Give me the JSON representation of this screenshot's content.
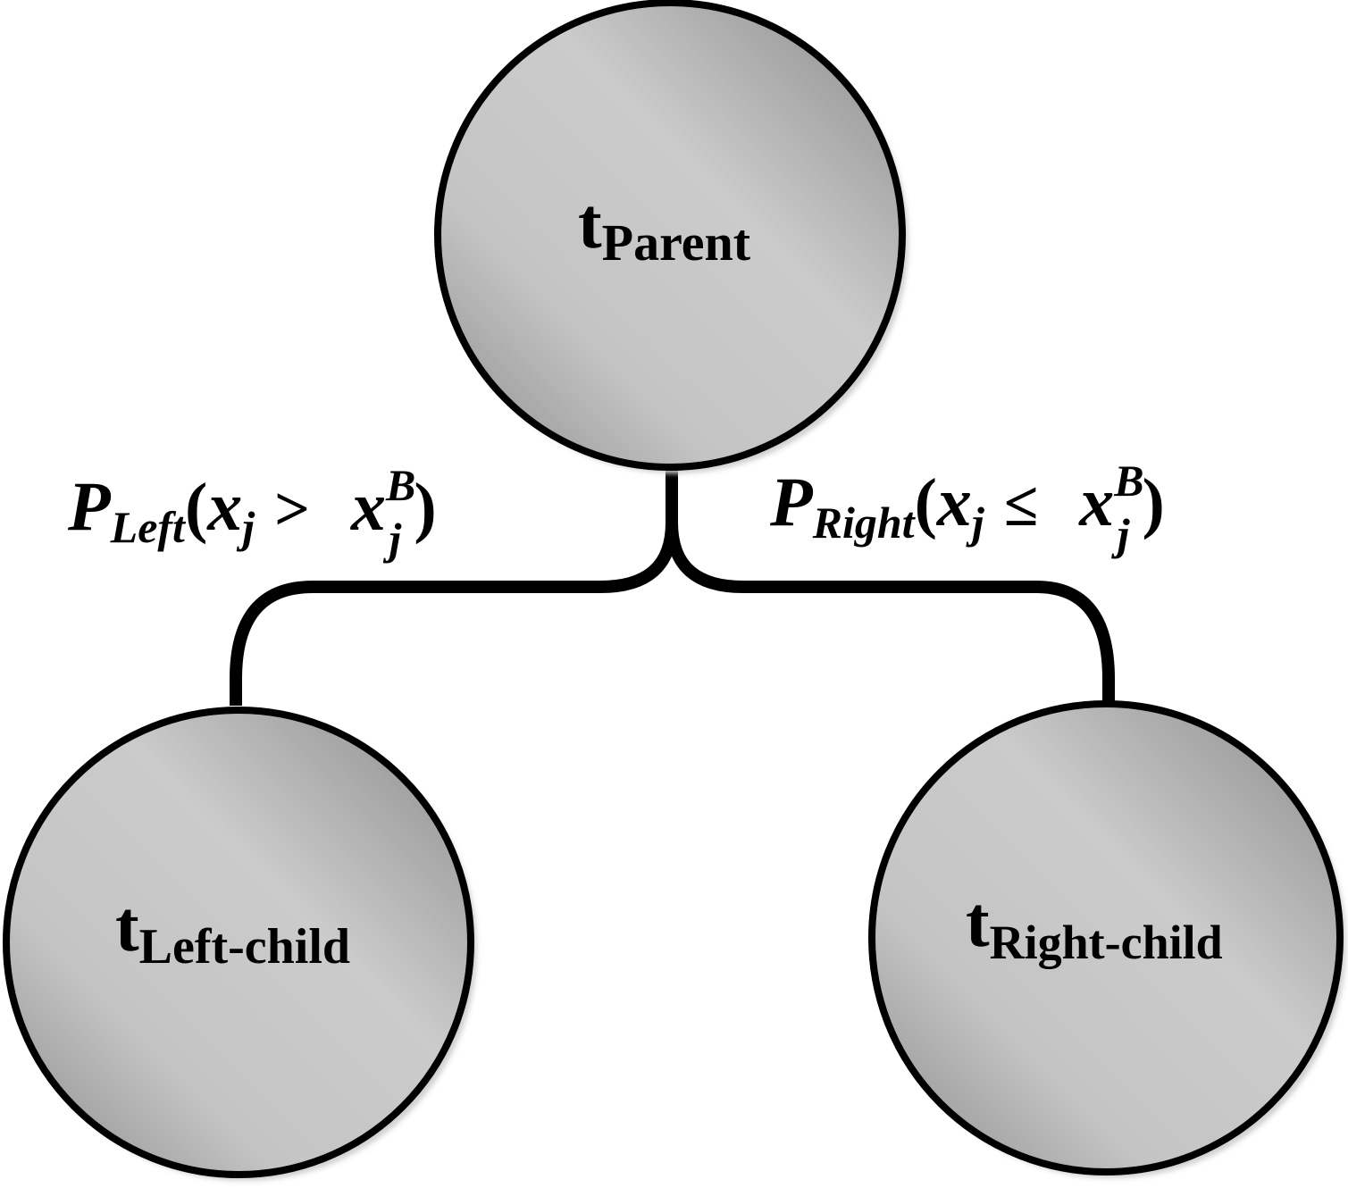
{
  "nodes": {
    "parent": {
      "base": "t",
      "subscript": "Parent"
    },
    "left_child": {
      "base": "t",
      "subscript": "Left-child"
    },
    "right_child": {
      "base": "t",
      "subscript": "Right-child"
    }
  },
  "edges": {
    "left": {
      "prob": "P",
      "prob_subscript": "Left",
      "open_paren": "(",
      "var": "x",
      "var_subscript": "j",
      "operator": ">",
      "threshold": "x",
      "threshold_superscript": "B",
      "threshold_subscript": "j",
      "close_paren": ")"
    },
    "right": {
      "prob": "P",
      "prob_subscript": "Right",
      "open_paren": "(",
      "var": "x",
      "var_subscript": "j",
      "operator": "≤",
      "threshold": "x",
      "threshold_superscript": "B",
      "threshold_subscript": "j",
      "close_paren": ")"
    }
  },
  "colors": {
    "stroke": "#000000",
    "node_fill_light": "#cbcbcb",
    "node_fill_dark": "#8a8a8a",
    "shadow": "#d0d0d0"
  }
}
